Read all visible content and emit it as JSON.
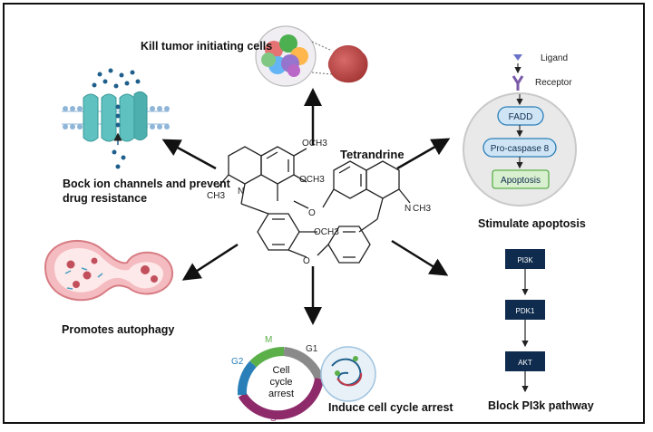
{
  "center": {
    "title": "Tetrandrine",
    "atoms": {
      "och3_top": "OCH3",
      "och3_mid": "OCH3",
      "o_mid": "O",
      "och3_low": "OCH3",
      "o_bottom": "O",
      "n_left": "N",
      "n_right": "N",
      "ch3_left": "CH3",
      "ch3_right": "CH3"
    }
  },
  "effects": {
    "kill": "Kill tumor initiating cells",
    "ion_line1": "Bock ion channels and prevent",
    "ion_line2": "drug resistance",
    "autophagy": "Promotes autophagy",
    "cellcycle": "Induce cell cycle arrest",
    "apoptosis": "Stimulate apoptosis",
    "pi3k_path": "Block PI3k pathway"
  },
  "apoptosis_panel": {
    "ligand": "Ligand",
    "receptor": "Receptor",
    "steps": [
      "FADD",
      "Pro-caspase 8",
      "Apoptosis"
    ]
  },
  "pi3k_panel": {
    "steps": [
      "PI3K",
      "PDK1",
      "AKT"
    ]
  },
  "cell_cycle": {
    "center_line1": "Cell",
    "center_line2": "cycle",
    "center_line3": "arrest",
    "phases": [
      "M",
      "G1",
      "S",
      "G2"
    ],
    "colors": {
      "M": "#5bb04a",
      "G1": "#8a8a8a",
      "S": "#8e2a6a",
      "G2": "#2a7fb8"
    }
  }
}
